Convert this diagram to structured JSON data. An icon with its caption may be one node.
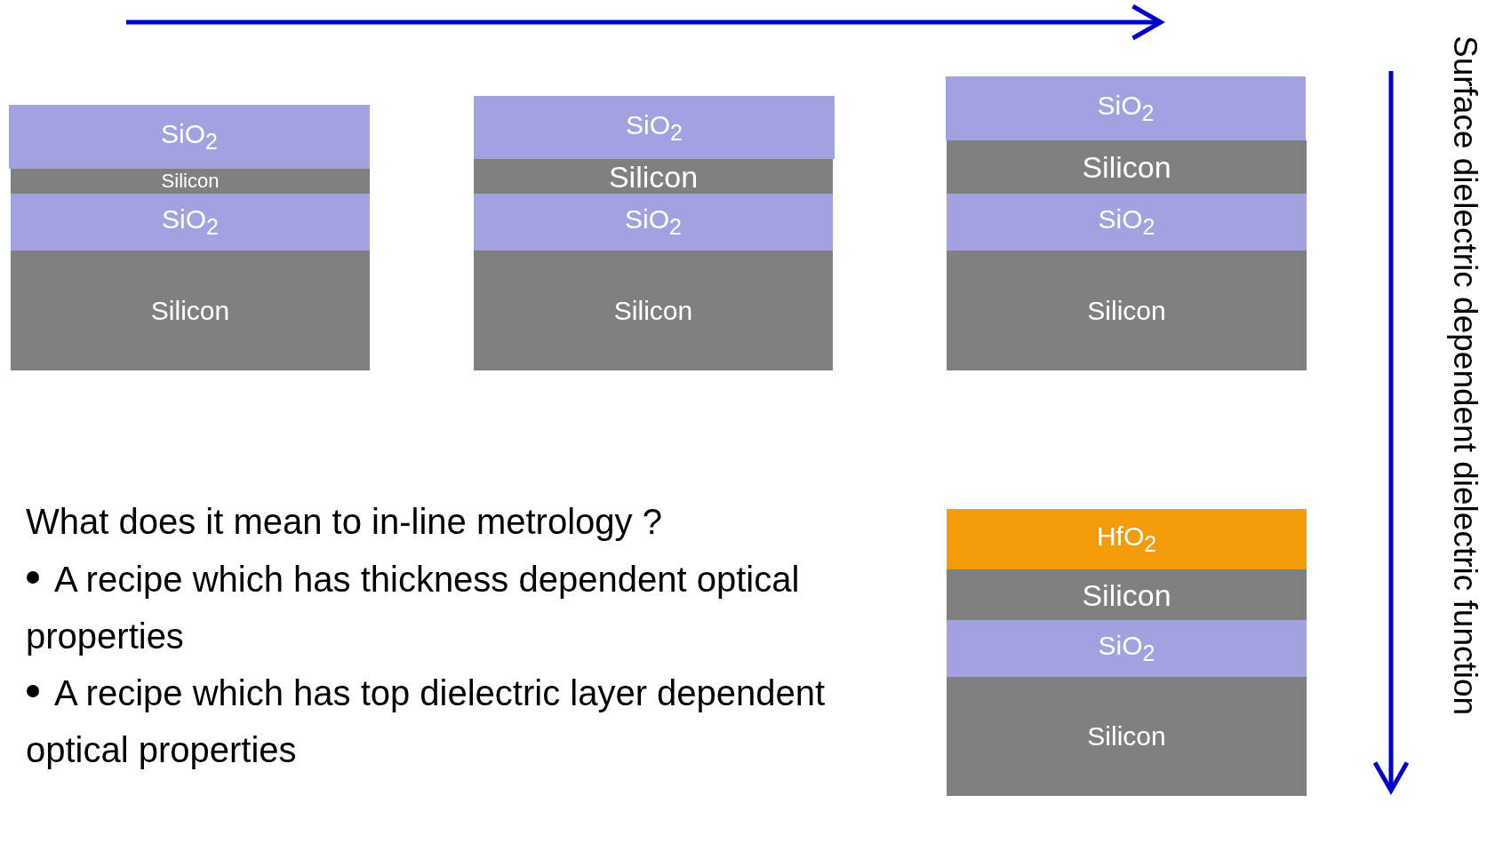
{
  "diagram": {
    "nodes": [
      {
        "text": [
          "SiO$_{2}$"
        ]
      },
      {
        "text": [
          "Silicon"
        ]
      },
      {
        "text": [
          "SiO$_{2}$"
        ]
      },
      {
        "text": [
          "Silicon"
        ]
      },
      {
        "text": [
          "SiO$_{2}$"
        ]
      },
      {
        "text": [
          "Silicon"
        ]
      },
      {
        "text": [
          "SiO$_{2}$"
        ]
      },
      {
        "text": [
          "Silicon"
        ]
      },
      {
        "text": [
          "SiO$_{2}$"
        ]
      },
      {
        "text": [
          "Silicon"
        ]
      },
      {
        "text": [
          "SiO$_{2}$"
        ]
      },
      {
        "text": [
          "Silicon"
        ]
      },
      {
        "text": [
          "HfO$_{2}$"
        ]
      },
      {
        "text": [
          "Silicon"
        ]
      },
      {
        "text": [
          "SiO$_{2}$"
        ]
      },
      {
        "text": [
          "Silicon"
        ]
      }
    ],
    "labels": [
      "Surface dielectric dependent dielectric function",
      "What does it mean to in-line metrology ?",
      "A recipe which has thickness dependent optical properties",
      "A recipe which has top dielectric layer dependent optical properties"
    ]
  }
}
